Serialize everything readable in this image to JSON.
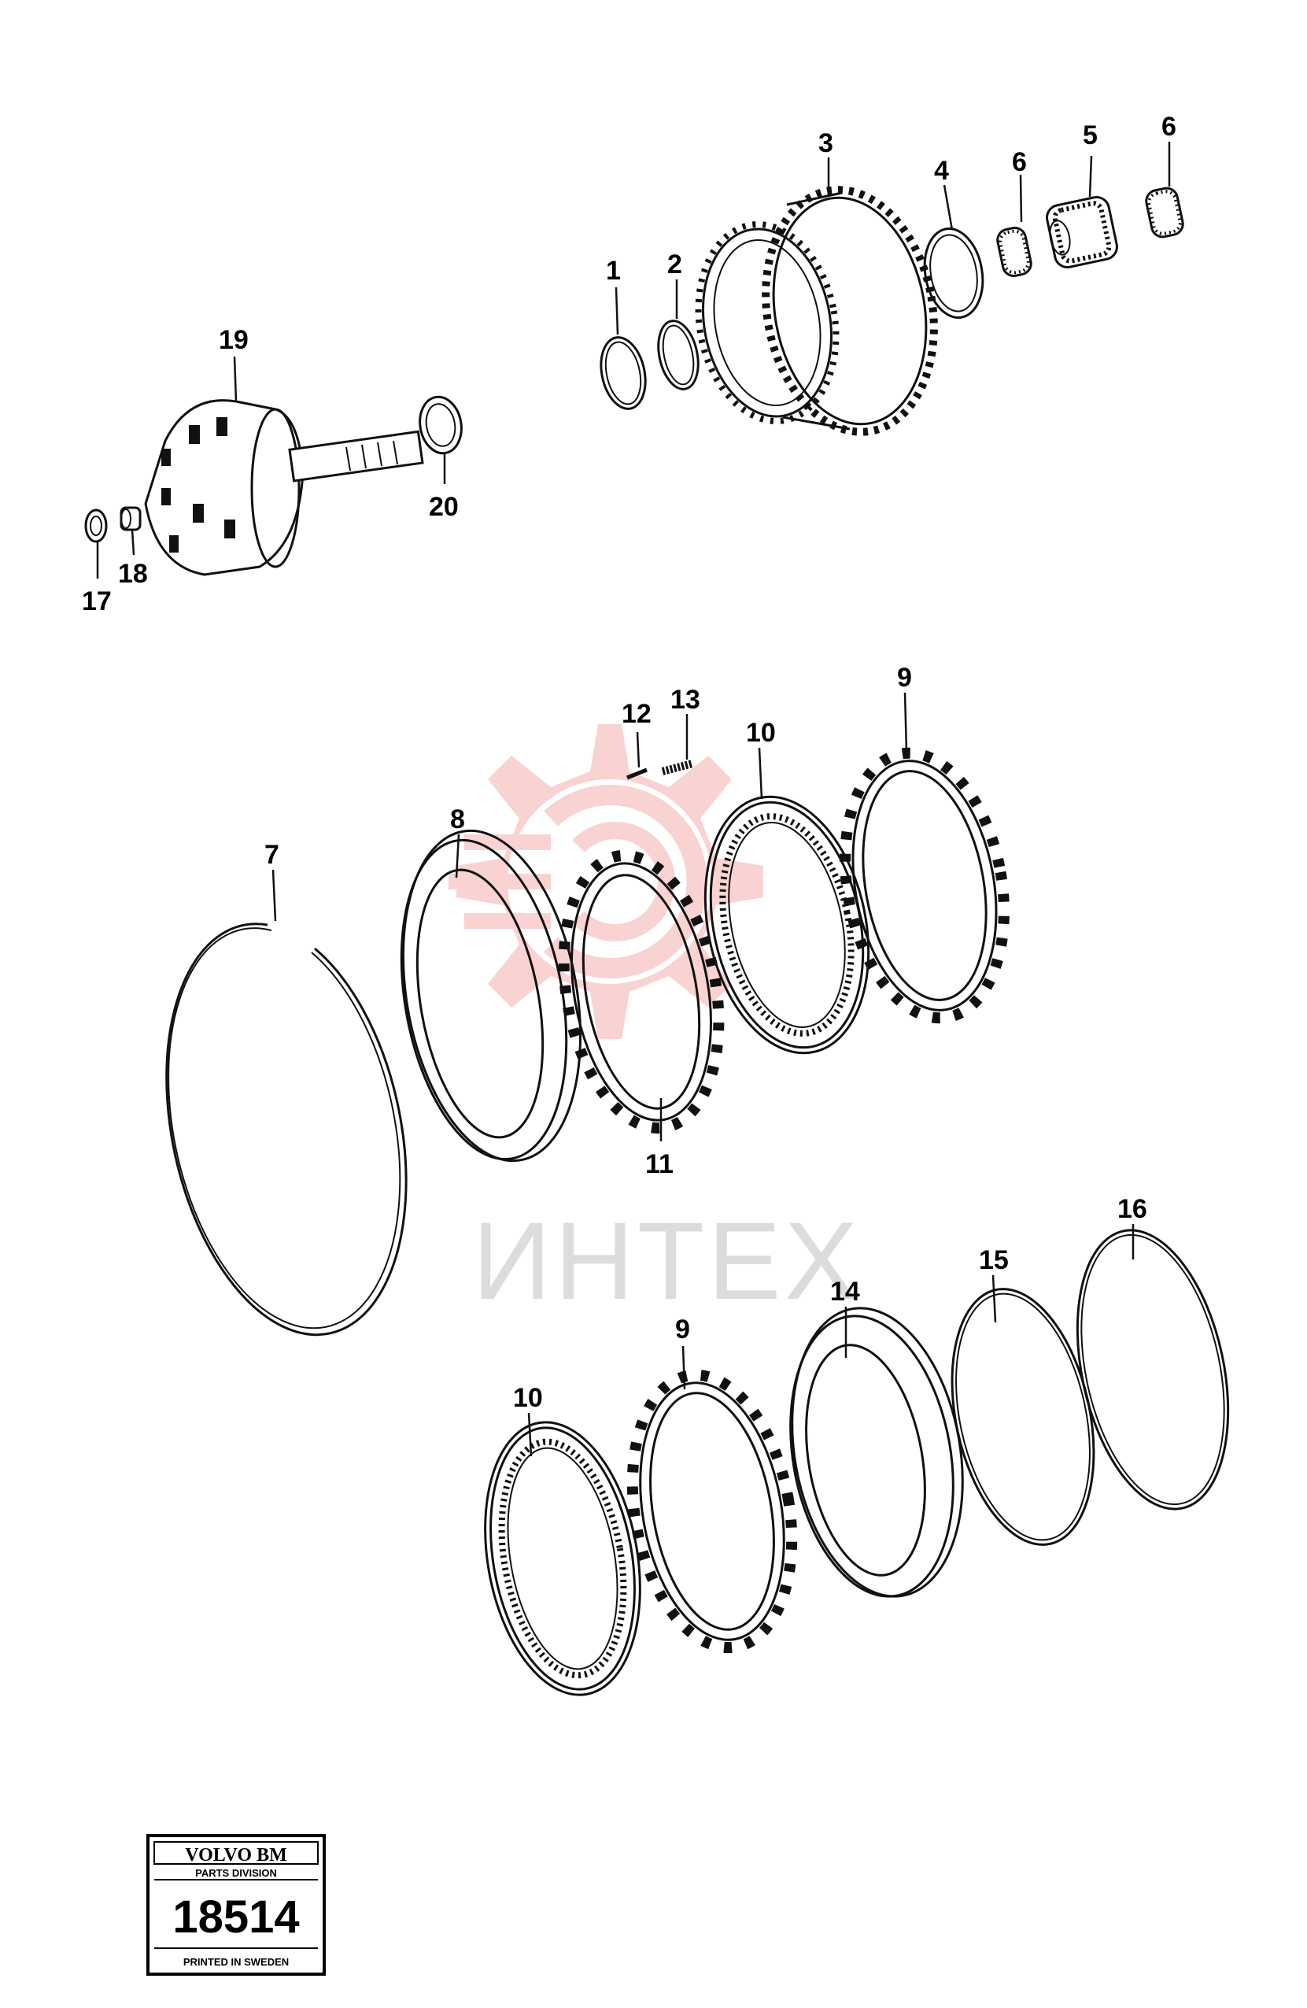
{
  "watermark": {
    "text": "ИНТЕХ",
    "color": "#f08080"
  },
  "callouts": [
    "1",
    "2",
    "3",
    "4",
    "5",
    "6",
    "6",
    "7",
    "8",
    "9",
    "9",
    "10",
    "10",
    "11",
    "12",
    "13",
    "14",
    "15",
    "16",
    "17",
    "18",
    "19",
    "20"
  ],
  "stamp": {
    "brand": "VOLVO BM",
    "division": "PARTS DIVISION",
    "number": "18514",
    "printed": "PRINTED IN SWEDEN"
  },
  "parts": [
    {
      "id": "1",
      "icon": "snap-ring-icon"
    },
    {
      "id": "2",
      "icon": "snap-ring-icon"
    },
    {
      "id": "3",
      "icon": "clutch-drum-icon"
    },
    {
      "id": "4",
      "icon": "thrust-washer-icon"
    },
    {
      "id": "5",
      "icon": "gear-hub-icon"
    },
    {
      "id": "6",
      "icon": "needle-bearing-icon"
    },
    {
      "id": "7",
      "icon": "retaining-ring-icon"
    },
    {
      "id": "8",
      "icon": "pressure-plate-icon"
    },
    {
      "id": "9",
      "icon": "steel-disc-icon"
    },
    {
      "id": "10",
      "icon": "friction-disc-icon"
    },
    {
      "id": "11",
      "icon": "steel-disc-icon"
    },
    {
      "id": "12",
      "icon": "pin-icon"
    },
    {
      "id": "13",
      "icon": "spring-icon"
    },
    {
      "id": "14",
      "icon": "piston-icon"
    },
    {
      "id": "15",
      "icon": "seal-ring-icon"
    },
    {
      "id": "16",
      "icon": "seal-ring-icon"
    },
    {
      "id": "17",
      "icon": "washer-icon"
    },
    {
      "id": "18",
      "icon": "bushing-icon"
    },
    {
      "id": "19",
      "icon": "clutch-hub-shaft-icon"
    },
    {
      "id": "20",
      "icon": "thrust-washer-icon"
    }
  ]
}
